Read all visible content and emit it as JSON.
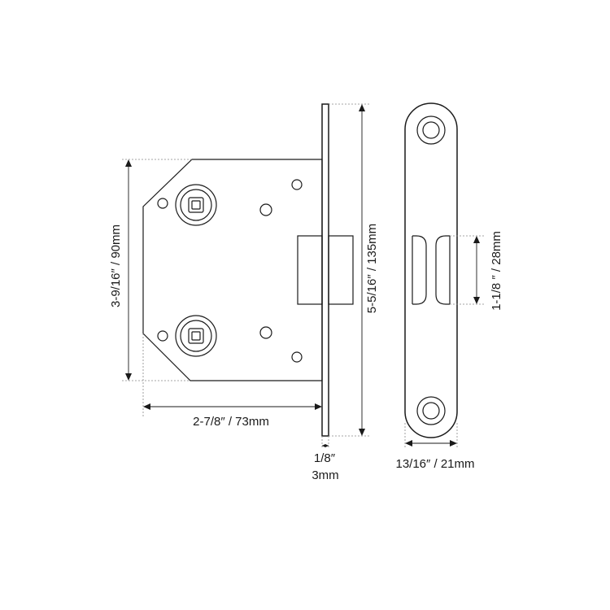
{
  "dimensions": {
    "body_height": "3-9/16″ / 90mm",
    "backset": "2-7/8″ / 73mm",
    "faceplate_height": "5-5/16″ / 135mm",
    "faceplate_thickness_in": "1/8″",
    "faceplate_thickness_mm": "3mm",
    "strike_opening": "1-1/8 ″ / 28mm",
    "strike_width": "13/16″ / 21mm"
  },
  "colors": {
    "line": "#1a1a1a",
    "guide": "#888888",
    "background": "#ffffff"
  }
}
